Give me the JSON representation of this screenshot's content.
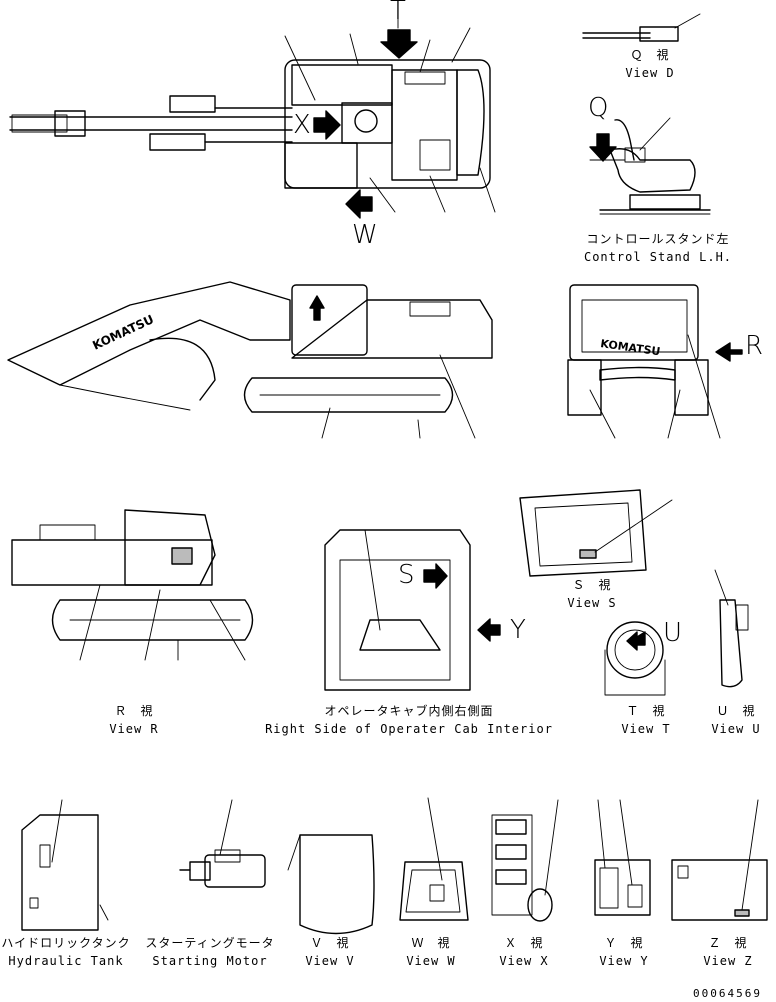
{
  "views": {
    "d": {
      "jp": "Ｑ　視",
      "en": "View D"
    },
    "control_stand": {
      "jp": "コントロールスタンド左",
      "en": "Control Stand L.H."
    },
    "r": {
      "jp": "Ｒ　視",
      "en": "View R"
    },
    "cab": {
      "jp": "オペレータキャブ内側右側面",
      "en": "Right Side of Operater Cab Interior"
    },
    "s": {
      "jp": "Ｓ　視",
      "en": "View S"
    },
    "t": {
      "jp": "Ｔ　視",
      "en": "View T"
    },
    "u": {
      "jp": "Ｕ　視",
      "en": "View U"
    },
    "hydraulic_tank": {
      "jp": "ハイドロリックタンク",
      "en": "Hydraulic Tank"
    },
    "starting_motor": {
      "jp": "スターティングモータ",
      "en": "Starting Motor"
    },
    "v": {
      "jp": "Ｖ　視",
      "en": "View V"
    },
    "w": {
      "jp": "Ｗ　視",
      "en": "View W"
    },
    "x": {
      "jp": "Ｘ　視",
      "en": "View X"
    },
    "y": {
      "jp": "Ｙ　視",
      "en": "View Y"
    },
    "z": {
      "jp": "Ｚ　視",
      "en": "View Z"
    }
  },
  "arrow_letters": {
    "t": "T",
    "x": "X",
    "w": "W",
    "q": "Q",
    "r": "R",
    "s": "S",
    "y": "Y",
    "u": "U"
  },
  "brand": "KOMATSU",
  "drawing_number": "00064569"
}
